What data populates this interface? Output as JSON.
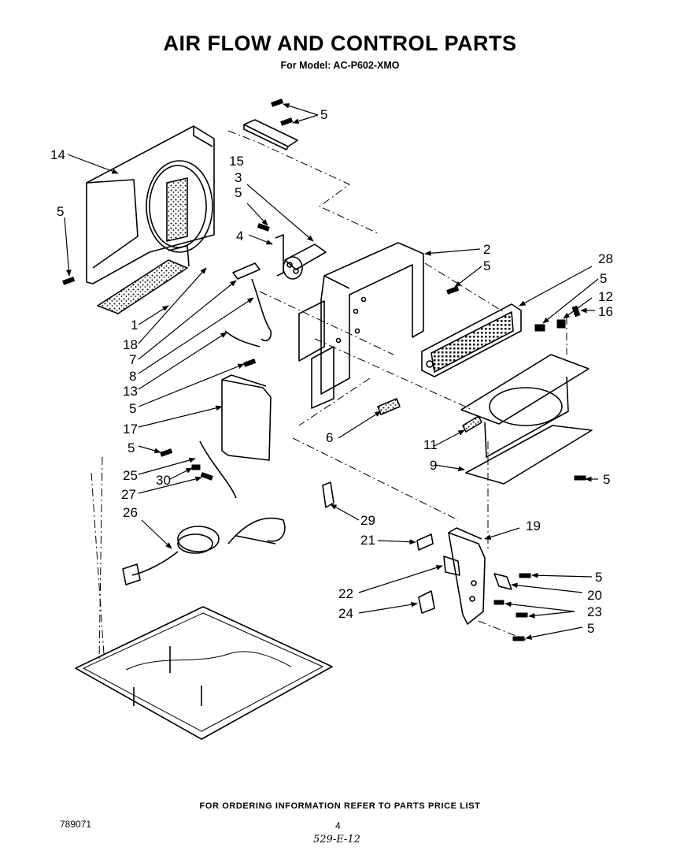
{
  "header": {
    "title": "AIR FLOW AND CONTROL PARTS",
    "subtitle": "For Model: AC-P602-XMO"
  },
  "callouts": {
    "c1": "1",
    "c2": "2",
    "c3": "3",
    "c4": "4",
    "c5a": "5",
    "c5b": "5",
    "c5c": "5",
    "c5d": "5",
    "c5e": "5",
    "c5f": "5",
    "c5g": "5",
    "c5h": "5",
    "c5i": "5",
    "c5j": "5",
    "c6": "6",
    "c7": "7",
    "c8": "8",
    "c9": "9",
    "c11": "11",
    "c12": "12",
    "c13": "13",
    "c14": "14",
    "c15": "15",
    "c16": "16",
    "c17": "17",
    "c18": "18",
    "c19": "19",
    "c20": "20",
    "c21": "21",
    "c22": "22",
    "c23": "23",
    "c24": "24",
    "c25": "25",
    "c26": "26",
    "c27": "27",
    "c28": "28",
    "c29": "29",
    "c30": "30"
  },
  "footer": {
    "ordering_note": "FOR ORDERING INFORMATION REFER TO PARTS PRICE LIST",
    "doc_number": "789071",
    "page_number": "4",
    "handwritten_code": "529-E-12"
  }
}
